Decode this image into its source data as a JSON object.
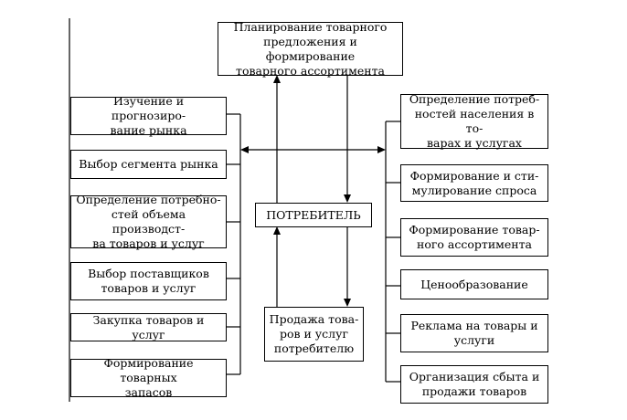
{
  "top_box": {
    "lines": [
      "Планирование товарного",
      "предложения и формирование",
      "товарного ассортимента"
    ]
  },
  "center_box": {
    "text": "ПОТРЕБИТЕЛЬ"
  },
  "bottom_box": {
    "lines": [
      "Продажа това-",
      "ров и услуг",
      "потребителю"
    ]
  },
  "left_boxes": [
    {
      "lines": [
        "Изучение и прогнозиро-",
        "вание рынка"
      ]
    },
    {
      "lines": [
        "Выбор сегмента рынка"
      ]
    },
    {
      "lines": [
        "Определение потребно-",
        "стей объема производст-",
        "ва товаров и услуг"
      ]
    },
    {
      "lines": [
        "Выбор поставщиков",
        "товаров и услуг"
      ]
    },
    {
      "lines": [
        "Закупка товаров и услуг"
      ]
    },
    {
      "lines": [
        "Формирование товарных",
        "запасов"
      ]
    }
  ],
  "right_boxes": [
    {
      "lines": [
        "Определение потреб-",
        "ностей населения в то-",
        "варах и услугах"
      ]
    },
    {
      "lines": [
        "Формирование и сти-",
        "мулирование спроса"
      ]
    },
    {
      "lines": [
        "Формирование товар-",
        "ного ассортимента"
      ]
    },
    {
      "lines": [
        "Ценообразование"
      ]
    },
    {
      "lines": [
        "Реклама на товары и",
        "услуги"
      ]
    },
    {
      "lines": [
        "Организация сбыта и",
        "продажи товаров"
      ]
    }
  ]
}
